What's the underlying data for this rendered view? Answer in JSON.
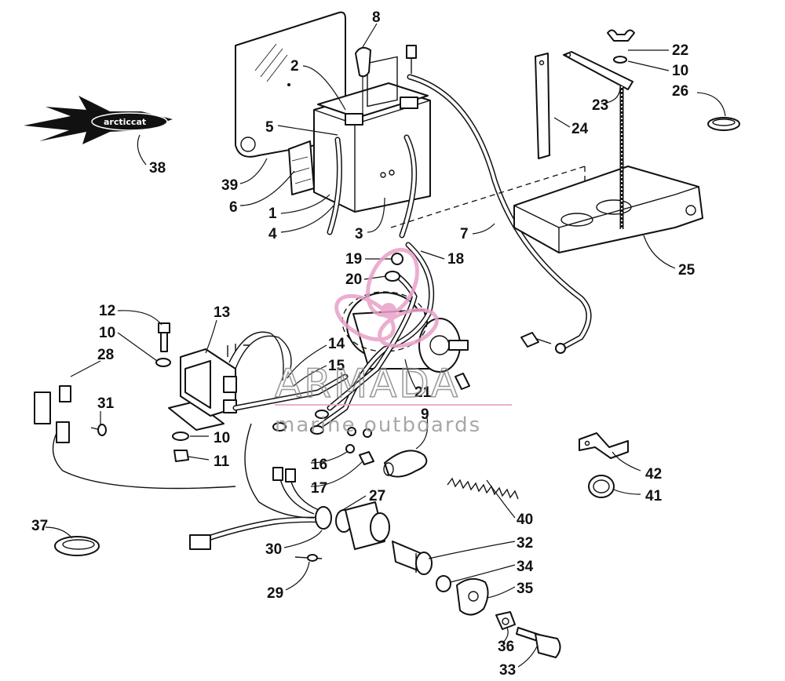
{
  "diagram": {
    "callouts": [
      {
        "id": "c-8",
        "label": "8"
      },
      {
        "id": "c-2",
        "label": "2"
      },
      {
        "id": "c-5",
        "label": "5"
      },
      {
        "id": "c-39",
        "label": "39"
      },
      {
        "id": "c-6",
        "label": "6"
      },
      {
        "id": "c-1",
        "label": "1"
      },
      {
        "id": "c-4",
        "label": "4"
      },
      {
        "id": "c-3",
        "label": "3"
      },
      {
        "id": "c-38",
        "label": "38"
      },
      {
        "id": "c-7",
        "label": "7"
      },
      {
        "id": "c-18",
        "label": "18"
      },
      {
        "id": "c-19",
        "label": "19"
      },
      {
        "id": "c-20",
        "label": "20"
      },
      {
        "id": "c-22",
        "label": "22"
      },
      {
        "id": "c-10a",
        "label": "10"
      },
      {
        "id": "c-26",
        "label": "26"
      },
      {
        "id": "c-23",
        "label": "23"
      },
      {
        "id": "c-24",
        "label": "24"
      },
      {
        "id": "c-25",
        "label": "25"
      },
      {
        "id": "c-12",
        "label": "12"
      },
      {
        "id": "c-13",
        "label": "13"
      },
      {
        "id": "c-10b",
        "label": "10"
      },
      {
        "id": "c-28",
        "label": "28"
      },
      {
        "id": "c-14",
        "label": "14"
      },
      {
        "id": "c-15",
        "label": "15"
      },
      {
        "id": "c-21",
        "label": "21"
      },
      {
        "id": "c-31",
        "label": "31"
      },
      {
        "id": "c-9",
        "label": "9"
      },
      {
        "id": "c-10c",
        "label": "10"
      },
      {
        "id": "c-11",
        "label": "11"
      },
      {
        "id": "c-16",
        "label": "16"
      },
      {
        "id": "c-17",
        "label": "17"
      },
      {
        "id": "c-27",
        "label": "27"
      },
      {
        "id": "c-42",
        "label": "42"
      },
      {
        "id": "c-41",
        "label": "41"
      },
      {
        "id": "c-40",
        "label": "40"
      },
      {
        "id": "c-37",
        "label": "37"
      },
      {
        "id": "c-30",
        "label": "30"
      },
      {
        "id": "c-32",
        "label": "32"
      },
      {
        "id": "c-34",
        "label": "34"
      },
      {
        "id": "c-29",
        "label": "29"
      },
      {
        "id": "c-35",
        "label": "35"
      },
      {
        "id": "c-36",
        "label": "36"
      },
      {
        "id": "c-33",
        "label": "33"
      }
    ]
  },
  "watermark": {
    "title": "ARMADA",
    "subtitle": "marine outboards",
    "color": "#e8a0c8"
  }
}
